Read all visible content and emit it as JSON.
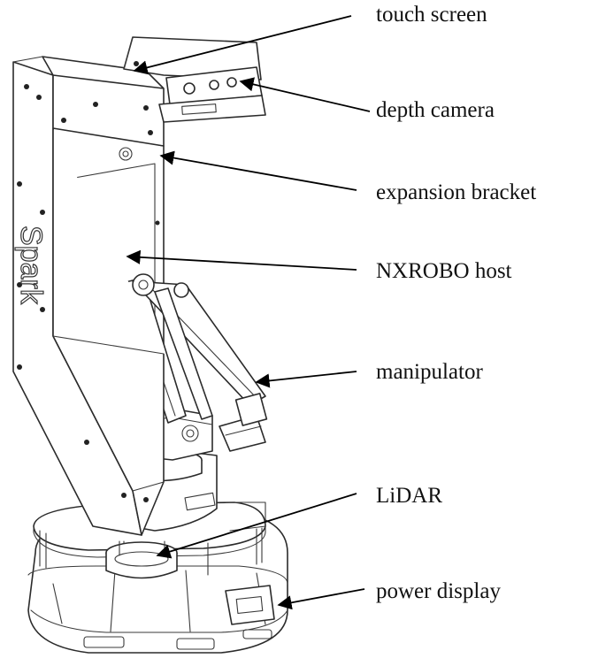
{
  "labels": {
    "touch_screen": "touch screen",
    "depth_camera": "depth camera",
    "expansion_bracket": "expansion bracket",
    "host": "NXROBO host",
    "manipulator": "manipulator",
    "lidar": "LiDAR",
    "power_display": "power display"
  },
  "frame_text": "Spark",
  "colors": {
    "line": "#2b2b2b",
    "text": "#111111",
    "background": "#ffffff"
  }
}
